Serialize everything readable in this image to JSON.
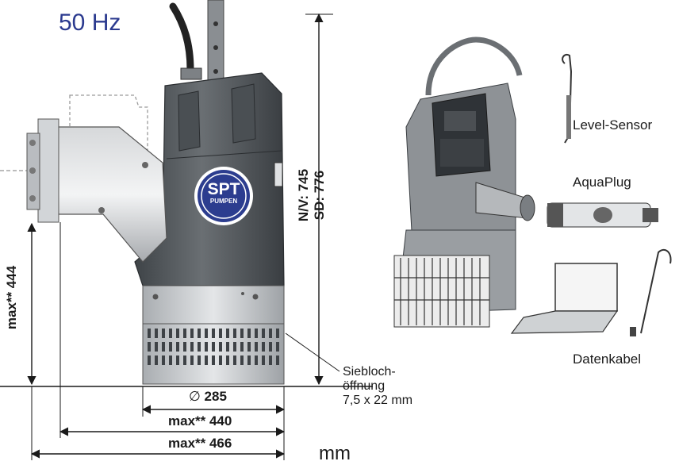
{
  "frequency": "50 Hz",
  "unit": "mm",
  "logo": {
    "line1": "SPT",
    "line2": "PUMPEN"
  },
  "dimensions": {
    "height_nv": "N/V: 745",
    "height_sd": "SD: 776",
    "side_height": "max** 444",
    "diameter": "285",
    "width_1": "max** 440",
    "width_2": "max** 466"
  },
  "siebloch": {
    "line1": "Siebloch-",
    "line2": "öffnung",
    "line3": "7,5 x 22 mm"
  },
  "accessories": {
    "level_sensor": "Level-Sensor",
    "aquaplug": "AquaPlug",
    "datenkabel": "Datenkabel"
  },
  "colors": {
    "frequency_text": "#2b3a8f",
    "logo_blue": "#2c3d8f",
    "pump_body": "#555a5e",
    "pump_steel": "#c8cbce"
  }
}
